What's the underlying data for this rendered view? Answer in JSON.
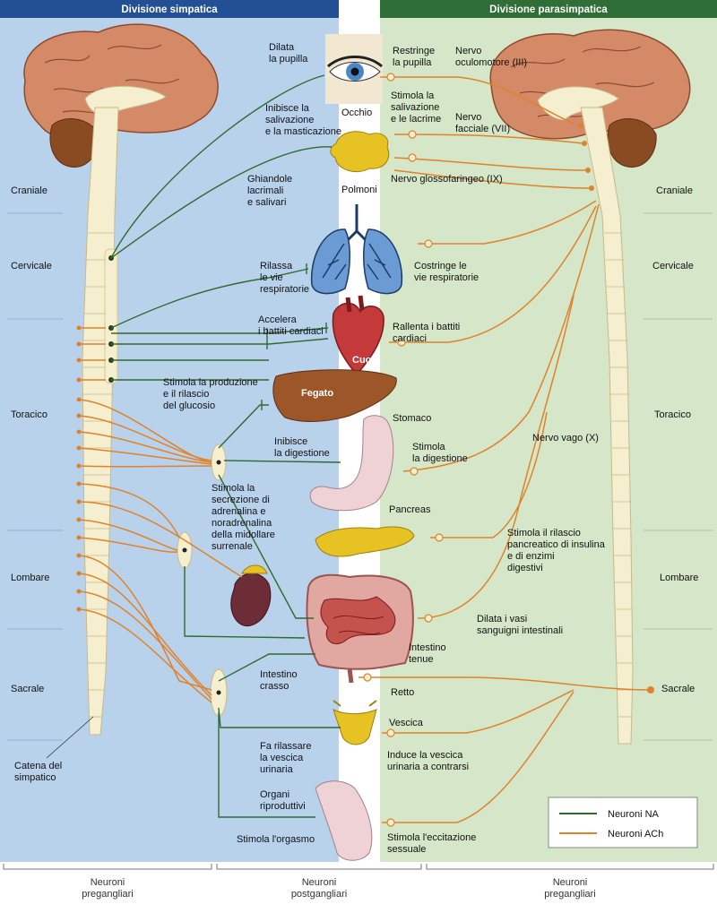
{
  "headers": {
    "sympathetic": "Divisione simpatica",
    "parasympathetic": "Divisione parasimpatica"
  },
  "regions": {
    "cranial": "Craniale",
    "cervical": "Cervicale",
    "thoracic": "Toracico",
    "lumbar": "Lombare",
    "sacral": "Sacrale"
  },
  "chain_label": [
    "Catena del",
    "simpatico"
  ],
  "organs": {
    "eye": "Occhio",
    "lungs": "Polmoni",
    "heart": "Cuore",
    "liver": "Fegato",
    "stomach": "Stomaco",
    "pancreas": "Pancreas",
    "small_intestine": [
      "Intestino",
      "tenue"
    ],
    "large_intestine": [
      "Intestino",
      "crasso"
    ],
    "rectum": "Retto",
    "bladder": "Vescica",
    "glands": [
      "Ghiandole",
      "lacrimali",
      "e salivari"
    ],
    "reproductive": [
      "Organi",
      "riproduttivi"
    ]
  },
  "symp_effects": {
    "pupil": [
      "Dilata",
      "la pupilla"
    ],
    "saliva": [
      "Inibisce la",
      "salivazione",
      "e la masticazione"
    ],
    "airways": [
      "Rilassa",
      "le vie",
      "respiratorie"
    ],
    "heart": [
      "Accelera",
      "i battiti cardiaci"
    ],
    "glucose": [
      "Stimola la produzione",
      "e il rilascio",
      "del glucosio"
    ],
    "digestion": [
      "Inibisce",
      "la digestione"
    ],
    "adrenal": [
      "Stimola la",
      "secrezione di",
      "adrenalina e",
      "noradrenalina",
      "della midollare",
      "surrenale"
    ],
    "bladder": [
      "Fa rilassare",
      "la vescica",
      "urinaria"
    ],
    "orgasm": "Stimola l'orgasmo"
  },
  "para_effects": {
    "pupil": [
      "Restringe",
      "la pupilla"
    ],
    "saliva": [
      "Stimola la",
      "salivazione",
      "e le lacrime"
    ],
    "airways": [
      "Costringe le",
      "vie respiratorie"
    ],
    "heart": [
      "Rallenta i battiti",
      "cardiaci"
    ],
    "digestion": [
      "Stimola",
      "la digestione"
    ],
    "pancreas": [
      "Stimola il rilascio",
      "pancreatico di insulina",
      "e di enzimi",
      "digestivi"
    ],
    "vessels": [
      "Dilata i vasi",
      "sanguigni intestinali"
    ],
    "bladder": [
      "Induce la vescica",
      "urinaria a contrarsi"
    ],
    "sexual": [
      "Stimola l'eccitazione",
      "sessuale"
    ]
  },
  "nerves": {
    "oculomotor": [
      "Nervo",
      "oculomotore (III)"
    ],
    "facial": [
      "Nervo",
      "facciale (VII)"
    ],
    "glossopharyngeal": "Nervo glossofaringeo (IX)",
    "vagus": "Nervo vago (X)"
  },
  "legend": {
    "na": "Neuroni NA",
    "ach": "Neuroni ACh",
    "na_color": "#2e6b2e",
    "ach_color": "#e0822a"
  },
  "bottom": {
    "left": [
      "Neuroni",
      "pregangliari"
    ],
    "center": [
      "Neuroni",
      "postgangliari"
    ],
    "right": [
      "Neuroni",
      "pregangliari"
    ]
  },
  "colors": {
    "sympathetic_bg": "#b9d2ec",
    "parasympathetic_bg": "#d5e7c8",
    "header_blue": "#234f95",
    "header_green": "#2f6e36"
  }
}
